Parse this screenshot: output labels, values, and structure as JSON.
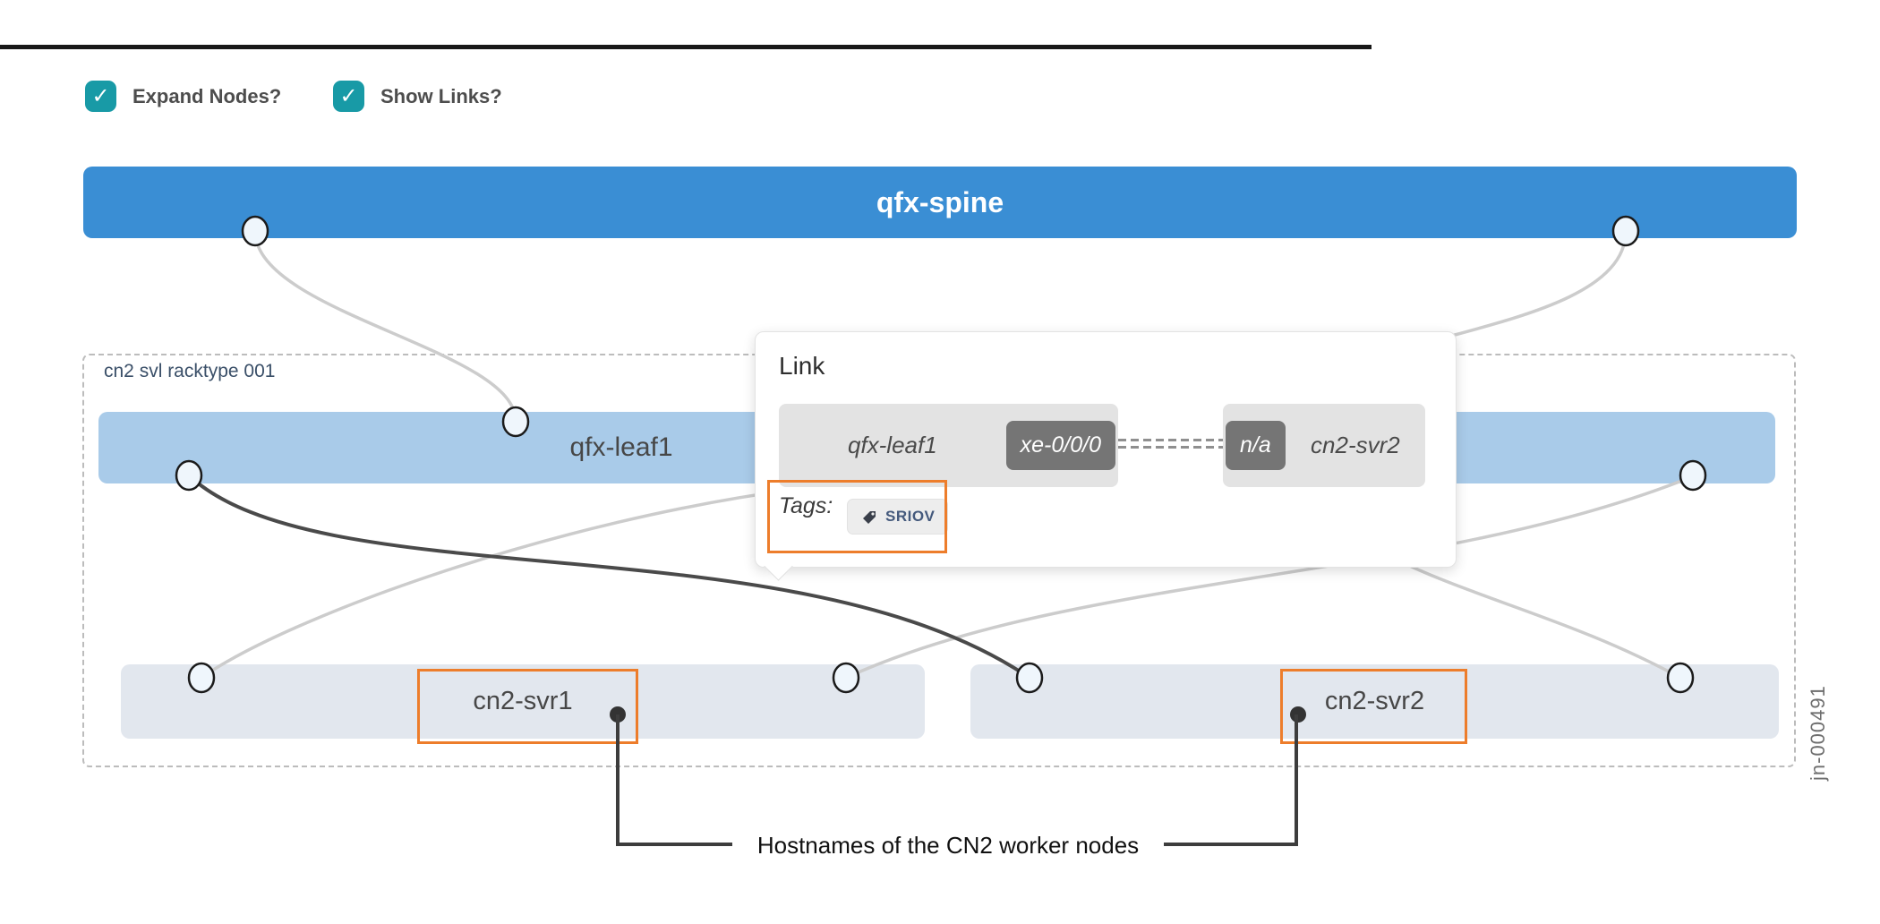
{
  "toolbar": {
    "check_icon": "✓",
    "checkboxes": [
      {
        "label": "Expand Nodes?",
        "checked": true
      },
      {
        "label": "Show Links?",
        "checked": true
      }
    ]
  },
  "topology": {
    "spine": {
      "label": "qfx-spine"
    },
    "rack": {
      "label": "cn2 svl racktype 001",
      "leaf": {
        "label": "qfx-leaf1"
      },
      "servers": [
        {
          "label": "cn2-svr1"
        },
        {
          "label": "cn2-svr2"
        }
      ]
    }
  },
  "popup": {
    "title": "Link",
    "endpoint1": {
      "device": "qfx-leaf1",
      "interface": "xe-0/0/0"
    },
    "endpoint2": {
      "device": "cn2-svr2",
      "interface": "n/a"
    },
    "tags_label": "Tags:",
    "tags": [
      "SRIOV"
    ]
  },
  "figure": {
    "annotation": "Hostnames of the CN2 worker nodes",
    "id_label": "jn-000491"
  },
  "colors": {
    "spine_blue": "#3a8ed4",
    "leaf_blue": "#a9cbe9",
    "server_gray": "#e2e7ee",
    "checkbox_teal": "#189aa6",
    "highlight_orange": "#ed7d2b",
    "badge_gray": "#757575",
    "link_gray": "#cccccc",
    "link_selected": "#4a4a4a"
  }
}
